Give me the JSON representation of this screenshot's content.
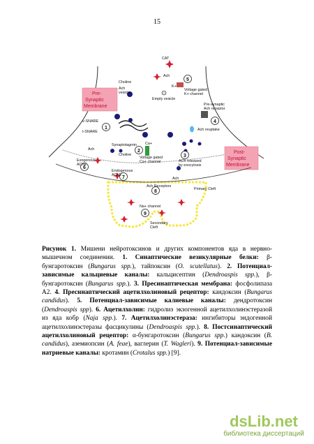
{
  "page": {
    "number": "15"
  },
  "figure": {
    "labels": {
      "cat": "CAT",
      "ach_top": "Ach",
      "choline": "Choline",
      "ach_vesicle": "Ach\nvesicle",
      "empty_vesicle": "Empty vesicle",
      "k_channel": "K+",
      "vg_k_channel": "Voltage gated\nK+ channel",
      "pre_synaptic_membrane": "Pre-\nSynaptic\nMembrane",
      "pre_synaptic_ach_receptor": "Pre-synaptic\nAch receptor",
      "v_snare": "v-SNARE",
      "t_snare": "t-SNARE",
      "ach_reuptake": "Ach reuptake",
      "ca": "Ca+",
      "synaptotagmin": "Synaptotagmin",
      "choline_2": "Choline",
      "vg_ca_channel": "Voltage gated\nCa+ channel",
      "ach_released": "ACh  released\nby exocytosis",
      "post_synaptic_membrane": "Post-\nSynaptic\nMembrane",
      "ach_left": "Ach",
      "exogenous_ache": "Exogenous\nAChE",
      "endogenous_ache": "Endogenous\nAChE",
      "ach_bottom": "Ach",
      "ach_receptors": "Ach Receptors",
      "primary_cleft": "Primary Cleft",
      "na_channel": "Na+ channel",
      "secondary_cleft": "Secondary\nCleft"
    },
    "numbers": [
      "1",
      "2",
      "3",
      "4",
      "5",
      "6",
      "7",
      "8",
      "9"
    ]
  },
  "caption": {
    "segments": [
      {
        "b": true,
        "t": "Рисунок 1."
      },
      {
        "b": false,
        "t": " Мишени нейротоксинов и других компонентов яда в нервно-мышечном соединении. "
      },
      {
        "b": true,
        "t": "1. Синаптические везикулярные белки:"
      },
      {
        "b": false,
        "t": " β-бунгаротоксин ("
      },
      {
        "i": true,
        "t": "Bungarus spp."
      },
      {
        "b": false,
        "t": "), тайпоксин ("
      },
      {
        "i": true,
        "t": "O. scutellatus"
      },
      {
        "b": false,
        "t": "). "
      },
      {
        "b": true,
        "t": "2. Потенциал-зависимые кальциевые каналы:"
      },
      {
        "b": false,
        "t": " кальцисептин ("
      },
      {
        "i": true,
        "t": "Dendroaspis spp."
      },
      {
        "b": false,
        "t": "), β-бунгаротоксин ("
      },
      {
        "i": true,
        "t": "Bungarus spp."
      },
      {
        "b": false,
        "t": "). "
      },
      {
        "b": true,
        "t": "3. Пресинаптическая мембрана:"
      },
      {
        "b": false,
        "t": " фосфолипаза A2. "
      },
      {
        "b": true,
        "t": "4. Пресинаптический ацетилхолиновый рецептор:"
      },
      {
        "b": false,
        "t": " кандоксин ("
      },
      {
        "i": true,
        "t": "Bungarus candidus"
      },
      {
        "b": false,
        "t": "). "
      },
      {
        "b": true,
        "t": "5. Потенциал-зависимые калиевые каналы:"
      },
      {
        "b": false,
        "t": " дендротоксин ("
      },
      {
        "i": true,
        "t": "Dendroaspis spp"
      },
      {
        "b": false,
        "t": "). "
      },
      {
        "b": true,
        "t": "6. Ацетилхолин:"
      },
      {
        "b": false,
        "t": " гидролиз экзогенной ацетилхолинэстеразой из яда кобр ("
      },
      {
        "i": true,
        "t": "Naja spp."
      },
      {
        "b": false,
        "t": "). "
      },
      {
        "b": true,
        "t": "7. Ацетилхолинэстераза:"
      },
      {
        "b": false,
        "t": " ингибиторы эндогенной ацетилхолинэстеразы фасцикулины ("
      },
      {
        "i": true,
        "t": "Dendroaspis spp."
      },
      {
        "b": false,
        "t": "). "
      },
      {
        "b": true,
        "t": "8. Постсинаптический ацетилхолиновый рецептор:"
      },
      {
        "b": false,
        "t": " α-бунгаротоксин ("
      },
      {
        "i": true,
        "t": "Bungarus spp."
      },
      {
        "b": false,
        "t": ") кандоксин ("
      },
      {
        "i": true,
        "t": "B. candidus"
      },
      {
        "b": false,
        "t": "), аземиопсин ("
      },
      {
        "i": true,
        "t": "A. feae"
      },
      {
        "b": false,
        "t": "), ваглерин ("
      },
      {
        "i": true,
        "t": "T. Wagleri"
      },
      {
        "b": false,
        "t": "). "
      },
      {
        "b": true,
        "t": "9. Потенциал-зависимые натриевые каналы:"
      },
      {
        "b": false,
        "t": " кротамин ("
      },
      {
        "i": true,
        "t": "Crotalus spp."
      },
      {
        "b": false,
        "t": ") [9]."
      }
    ]
  },
  "watermark": {
    "logo": "dsLib.net",
    "subtitle": "библиотека диссертаций"
  },
  "colors": {
    "pink": "#f4a3b5",
    "red": "#d0202e",
    "navy": "#1a1a7a",
    "yellow": "#f5e63a",
    "green": "#2f9a3f",
    "cyan": "#5ab8e8"
  }
}
